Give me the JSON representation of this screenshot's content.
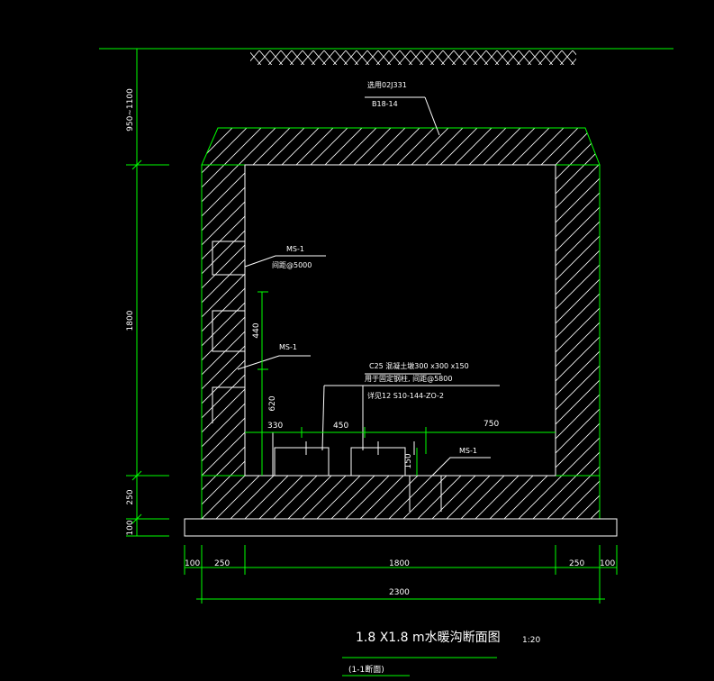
{
  "title": "1.8 X1.8 m水暖沟断面图",
  "scale": "1:20",
  "subtitle": "(1-1断面)",
  "cover_note_1": "选用02J331",
  "cover_note_2": "B18-14",
  "ms1_label_a": "MS-1",
  "ms1_spacing": "间距@5000",
  "ms1_label_b": "MS-1",
  "ms1_label_c": "MS-1",
  "support_note_1": "C25 混凝土墩300 x300 x150",
  "support_note_2": "用于固定钢柱, 间距@5800",
  "support_note_3": "详见12 S10-144-ZO-2",
  "dims": {
    "v_950_1100": "950~1100",
    "v_1800": "1800",
    "v_250": "250",
    "v_100": "100",
    "v_440": "440",
    "v_620": "620",
    "v_150": "150",
    "h_330": "330",
    "h_450": "450",
    "h_750": "750",
    "b_100_l": "100",
    "b_250_l": "250",
    "b_1800": "1800",
    "b_250_r": "250",
    "b_100_r": "100",
    "b_2300": "2300"
  }
}
